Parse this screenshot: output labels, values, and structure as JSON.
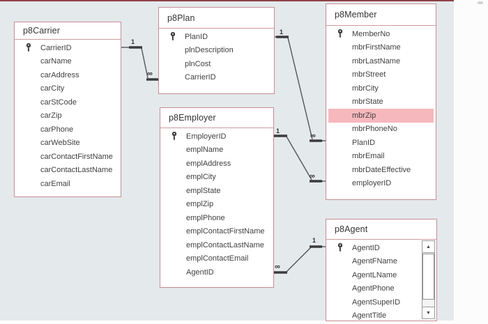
{
  "diagram": {
    "tables": [
      {
        "id": "p8Carrier",
        "title": "p8Carrier",
        "fields": [
          {
            "name": "CarrierID",
            "key": true
          },
          {
            "name": "carName"
          },
          {
            "name": "carAddress"
          },
          {
            "name": "carCity"
          },
          {
            "name": "carStCode"
          },
          {
            "name": "carZip"
          },
          {
            "name": "carPhone"
          },
          {
            "name": "carWebSite"
          },
          {
            "name": "carContactFirstName"
          },
          {
            "name": "carContactLastName"
          },
          {
            "name": "carEmail"
          }
        ]
      },
      {
        "id": "p8Plan",
        "title": "p8Plan",
        "fields": [
          {
            "name": "PlanID",
            "key": true
          },
          {
            "name": "plnDescription"
          },
          {
            "name": "plnCost"
          },
          {
            "name": "CarrierID"
          }
        ]
      },
      {
        "id": "p8Employer",
        "title": "p8Employer",
        "fields": [
          {
            "name": "EmployerID",
            "key": true
          },
          {
            "name": "emplName"
          },
          {
            "name": "emplAddress"
          },
          {
            "name": "emplCity"
          },
          {
            "name": "emplState"
          },
          {
            "name": "emplZip"
          },
          {
            "name": "emplPhone"
          },
          {
            "name": "emplContactFirstName"
          },
          {
            "name": "emplContactLastName"
          },
          {
            "name": "emplContactEmail"
          },
          {
            "name": "AgentID"
          }
        ]
      },
      {
        "id": "p8Member",
        "title": "p8Member",
        "fields": [
          {
            "name": "MemberNo",
            "key": true
          },
          {
            "name": "mbrFirstName"
          },
          {
            "name": "mbrLastName"
          },
          {
            "name": "mbrStreet"
          },
          {
            "name": "mbrCity"
          },
          {
            "name": "mbrState"
          },
          {
            "name": "mbrZip",
            "highlight": true
          },
          {
            "name": "mbrPhoneNo"
          },
          {
            "name": "PlanID"
          },
          {
            "name": "mbrEmail"
          },
          {
            "name": "mbrDateEffective"
          },
          {
            "name": "employerID"
          }
        ]
      },
      {
        "id": "p8Agent",
        "title": "p8Agent",
        "fields": [
          {
            "name": "AgentID",
            "key": true
          },
          {
            "name": "AgentFName"
          },
          {
            "name": "AgentLName"
          },
          {
            "name": "AgentPhone"
          },
          {
            "name": "AgentSuperID"
          },
          {
            "name": "AgentTitle"
          }
        ]
      }
    ],
    "relationships": [
      {
        "from": "p8Carrier",
        "to": "p8Plan",
        "from_card": "1",
        "to_card": "∞"
      },
      {
        "from": "p8Plan",
        "to": "p8Member",
        "from_card": "1",
        "to_card": "∞"
      },
      {
        "from": "p8Employer",
        "to": "p8Member",
        "from_card": "1",
        "to_card": "∞"
      },
      {
        "from": "p8Agent",
        "to": "p8Employer",
        "from_card": "1",
        "to_card": "∞"
      }
    ],
    "scrollbar": {
      "table": "p8Agent",
      "up_icon": "▲",
      "down_icon": "▼"
    },
    "colors": {
      "canvas": "#e4e9ec",
      "top_line": "#8e4345",
      "table_border": "#c78d93",
      "title_separator": "#cf9aa0",
      "highlight_row": "#f6b8bc",
      "relationship_line": "#555555",
      "cardinality_bar": "#3b3b3b",
      "field_text": "#3f3f3f"
    }
  }
}
